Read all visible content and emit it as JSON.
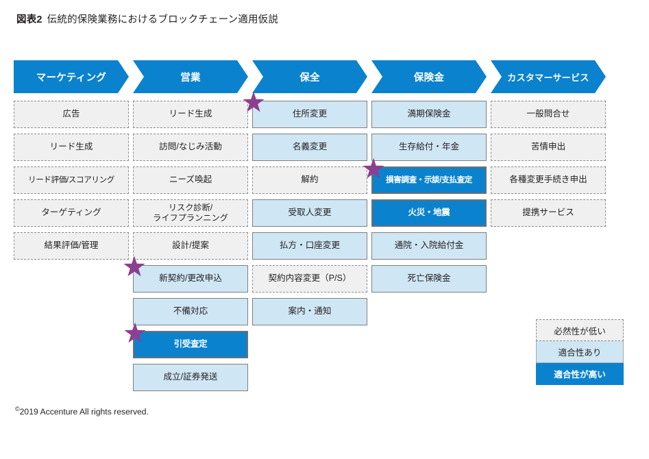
{
  "title": {
    "number": "図表2",
    "text": "伝統的保険業務におけるブロックチェーン適用仮説"
  },
  "columns": [
    {
      "header": "マーケティング",
      "cells": [
        {
          "label": "広告",
          "level": "low",
          "star": false
        },
        {
          "label": "リード生成",
          "level": "low",
          "star": false
        },
        {
          "label": "リード評価/スコアリング",
          "level": "low",
          "star": false,
          "tight": true
        },
        {
          "label": "ターゲティング",
          "level": "low",
          "star": false
        },
        {
          "label": "結果評価/管理",
          "level": "low",
          "star": false
        }
      ]
    },
    {
      "header": "営業",
      "cells": [
        {
          "label": "リード生成",
          "level": "low",
          "star": false
        },
        {
          "label": "訪問/なじみ活動",
          "level": "low",
          "star": false
        },
        {
          "label": "ニーズ喚起",
          "level": "low",
          "star": false
        },
        {
          "label": "リスク診断/\nライフプランニング",
          "level": "low",
          "star": false,
          "twoLine": true
        },
        {
          "label": "設計/提案",
          "level": "low",
          "star": false
        },
        {
          "label": "新契約/更改申込",
          "level": "mid",
          "star": true
        },
        {
          "label": "不備対応",
          "level": "mid",
          "star": false
        },
        {
          "label": "引受査定",
          "level": "high",
          "star": true
        },
        {
          "label": "成立/証券発送",
          "level": "mid",
          "star": false
        }
      ]
    },
    {
      "header": "保全",
      "cells": [
        {
          "label": "住所変更",
          "level": "mid",
          "star": true
        },
        {
          "label": "名義変更",
          "level": "mid",
          "star": false
        },
        {
          "label": "解約",
          "level": "low",
          "star": false
        },
        {
          "label": "受取人変更",
          "level": "mid",
          "star": false
        },
        {
          "label": "払方・口座変更",
          "level": "mid",
          "star": false
        },
        {
          "label": "契約内容変更（P/S）",
          "level": "low",
          "star": false
        },
        {
          "label": "案内・通知",
          "level": "mid",
          "star": false
        }
      ]
    },
    {
      "header": "保険金",
      "cells": [
        {
          "label": "満期保険金",
          "level": "mid",
          "star": false
        },
        {
          "label": "生存給付・年金",
          "level": "mid",
          "star": false
        },
        {
          "label": "損害調査・示談/支払査定",
          "level": "high",
          "star": true,
          "tight": true
        },
        {
          "label": "火災・地震",
          "level": "high",
          "star": false
        },
        {
          "label": "通院・入院給付金",
          "level": "mid",
          "star": false
        },
        {
          "label": "死亡保険金",
          "level": "mid",
          "star": false
        }
      ]
    },
    {
      "header": "カスタマーサービス",
      "cells": [
        {
          "label": "一般問合せ",
          "level": "low",
          "star": false
        },
        {
          "label": "苦情申出",
          "level": "low",
          "star": false
        },
        {
          "label": "各種変更手続き申出",
          "level": "low",
          "star": false
        },
        {
          "label": "提携サービス",
          "level": "low",
          "star": false
        }
      ]
    }
  ],
  "legend": [
    {
      "label": "必然性が低い",
      "level": "low"
    },
    {
      "label": "適合性あり",
      "level": "mid"
    },
    {
      "label": "適合性が高い",
      "level": "high"
    }
  ],
  "footer": {
    "copyright_mark": "©",
    "text": "2019 Accenture All rights reserved."
  },
  "colors": {
    "header_blue": "#0b82ce",
    "cell_high_blue": "#0b82ce",
    "cell_mid_blue": "#cfe6f4",
    "cell_low_gray": "#f0f0f0",
    "star_purple": "#8c3f8f",
    "text": "#231f20"
  }
}
